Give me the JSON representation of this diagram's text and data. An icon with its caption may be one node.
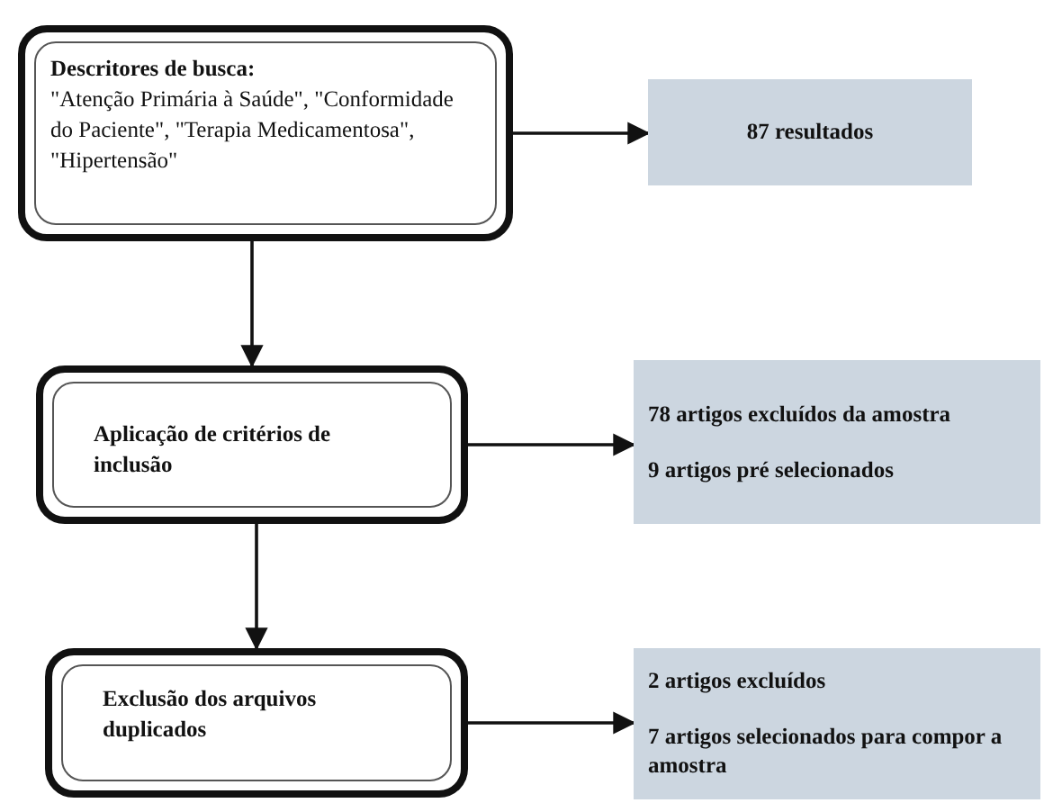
{
  "diagram": {
    "nodes": [
      {
        "text": [
          "Descritores de busca:",
          "\"Atenção Primária à Saúde\", \"Conformidade do Paciente\", \"Terapia Medicamentosa\", \"Hipertensão\""
        ]
      },
      {
        "text": [
          "87 resultados"
        ]
      },
      {
        "text": [
          "Aplicação de critérios de inclusão"
        ]
      },
      {
        "text": [
          "78 artigos excluídos da amostra",
          "9 artigos pré selecionados"
        ]
      },
      {
        "text": [
          "Exclusão dos arquivos duplicados"
        ]
      },
      {
        "text": [
          "2 artigos excluídos",
          "7 artigos selecionados para compor a amostra"
        ]
      }
    ],
    "edges": [
      {
        "from": 0,
        "to": 1,
        "arrow": "to"
      },
      {
        "from": 0,
        "to": 2,
        "arrow": "to"
      },
      {
        "from": 2,
        "to": 3,
        "arrow": "to"
      },
      {
        "from": 2,
        "to": 4,
        "arrow": "to"
      },
      {
        "from": 4,
        "to": 5,
        "arrow": "to"
      }
    ]
  }
}
